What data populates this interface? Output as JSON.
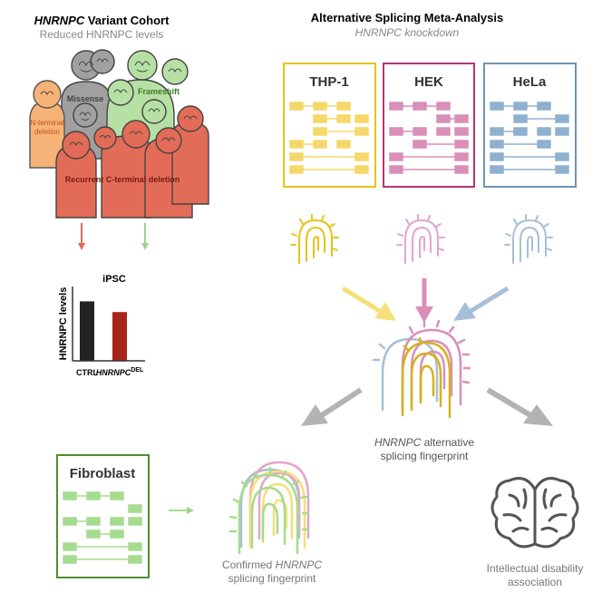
{
  "left_panel": {
    "title_gene": "HNRNPC",
    "title_rest": " Variant Cohort",
    "subtitle": "Reduced HNRNPC levels",
    "groups": {
      "missense": "Missense",
      "frameshift": "Frameshift",
      "nterm_1": "N-terminal",
      "nterm_2": "deletion",
      "cterm": "Recurrent C-terminal deletion"
    }
  },
  "right_panel": {
    "title": "Alternative Splicing Meta-Analysis",
    "subtitle_gene": "HNRNPC",
    "subtitle_rest": " knockdown",
    "cell_lines": [
      "THP-1",
      "HEK",
      "HeLa"
    ]
  },
  "chart": {
    "title": "iPSC",
    "ylabel": "HNRNPC levels",
    "xlabel_ctrl": "CTRL",
    "xlabel_del_gene": "HNRNPC",
    "xlabel_del_sup": "DEL"
  },
  "chart_data": {
    "type": "bar",
    "title": "iPSC",
    "ylabel": "HNRNPC levels",
    "xlabel": "",
    "categories": [
      "CTRL",
      "HNRNPC DEL"
    ],
    "values": [
      1.0,
      0.82
    ],
    "ylim": [
      0,
      1.25
    ],
    "grid": false,
    "legend": "none",
    "colors": [
      "#222222",
      "#a9231b"
    ]
  },
  "fingerprint": {
    "caption_gene": "HNRNPC",
    "caption_rest": " alternative",
    "caption_line2": "splicing fingerprint"
  },
  "fibroblast": {
    "title": "Fibroblast",
    "caption_1": "Confirmed ",
    "caption_gene": "HNRNPC",
    "caption_line2": "splicing fingerprint"
  },
  "outcome": {
    "line1": "Intellectual disability",
    "line2": "association"
  },
  "colors": {
    "thp1": "#e8c21a",
    "hek": "#b3347a",
    "hela": "#6e93b4",
    "thp1_light": "#f5df7a",
    "hek_light": "#d98fb8",
    "hela_light": "#a7bfd6",
    "red": "#e06a55",
    "green": "#9fd38a",
    "orange": "#f3a865",
    "gray": "#a8a8a8",
    "fibro": "#4f8f2d",
    "fibro_light": "#a6dc8f"
  }
}
